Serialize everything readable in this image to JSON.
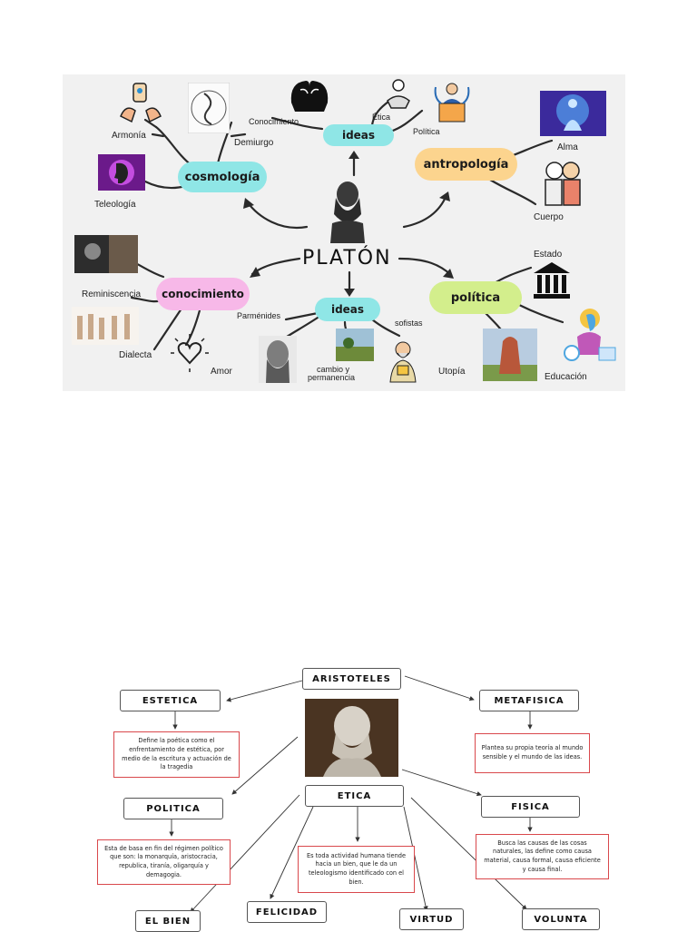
{
  "platon_map": {
    "center": "PLATÓN",
    "nodes": {
      "cosmologia": "cosmología",
      "ideas_top": "ideas",
      "antropologia": "antropología",
      "conocimiento": "conocimiento",
      "ideas_bottom": "ideas",
      "politica": "política"
    },
    "labels": {
      "armonia": "Armonía",
      "demiurgo": "Demiurgo",
      "teleologia": "Teleología",
      "conocimiento": "Conocimiento",
      "etica": "Ética",
      "politica": "Política",
      "alma": "Alma",
      "cuerpo": "Cuerpo",
      "reminiscencia": "Reminiscencia",
      "dialecta": "Dialecta",
      "amor": "Amor",
      "parmenides": "Parménides",
      "cambio": "cambio y",
      "permanencia": "permanencia",
      "sofistas": "sofistas",
      "estado": "Estado",
      "utopia": "Utopía",
      "educacion": "Educación"
    },
    "colors": {
      "cosmologia": "#8fe6e6",
      "ideas": "#8fe6e6",
      "antropologia": "#fcd48e",
      "conocimiento": "#f7b8e8",
      "politica": "#d3ee8c"
    }
  },
  "aristoteles_map": {
    "title": "ARISTOTELES",
    "estetica": "ESTETICA",
    "metafisica": "METAFISICA",
    "politica": "POLITICA",
    "etica": "ETICA",
    "fisica": "FISICA",
    "el_bien": "EL BIEN",
    "felicidad": "FELICIDAD",
    "virtud": "VIRTUD",
    "voluntad": "VOLUNTA",
    "desc_estetica": "Define la poética como el enfrentamiento de estética, por medio de la escritura y actuación de la tragedia",
    "desc_metafisica": "Plantea su propia teoría al mundo sensible y el mundo de las ideas.",
    "desc_politica": "Esta de basa en fin del régimen político que son: la monarquía, aristocracia, republica, tiranía, oligarquía y demagogia.",
    "desc_etica": "Es toda actividad humana tiende hacia un bien, que le da un teleologismo identificado con el bien.",
    "desc_fisica": "Busca las causas de las cosas naturales, las define como causa material, causa formal, causa eficiente y causa final."
  }
}
